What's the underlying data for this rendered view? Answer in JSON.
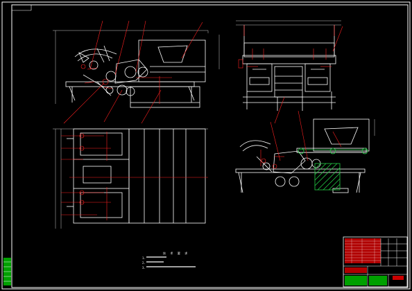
{
  "drawing": {
    "background": "#000000",
    "line_colors": {
      "outline": "#ffffff",
      "leader": "#ff2020",
      "hatch": "#22cc44",
      "title_grid": "#ff3030",
      "border_fill": "#00a000"
    },
    "notes": {
      "title": "技 术 要 求",
      "items": [
        "1.",
        "2.",
        "3."
      ]
    },
    "views": [
      "front-view",
      "side-view",
      "top-view",
      "section-view"
    ],
    "title_block": {
      "present": true
    }
  }
}
